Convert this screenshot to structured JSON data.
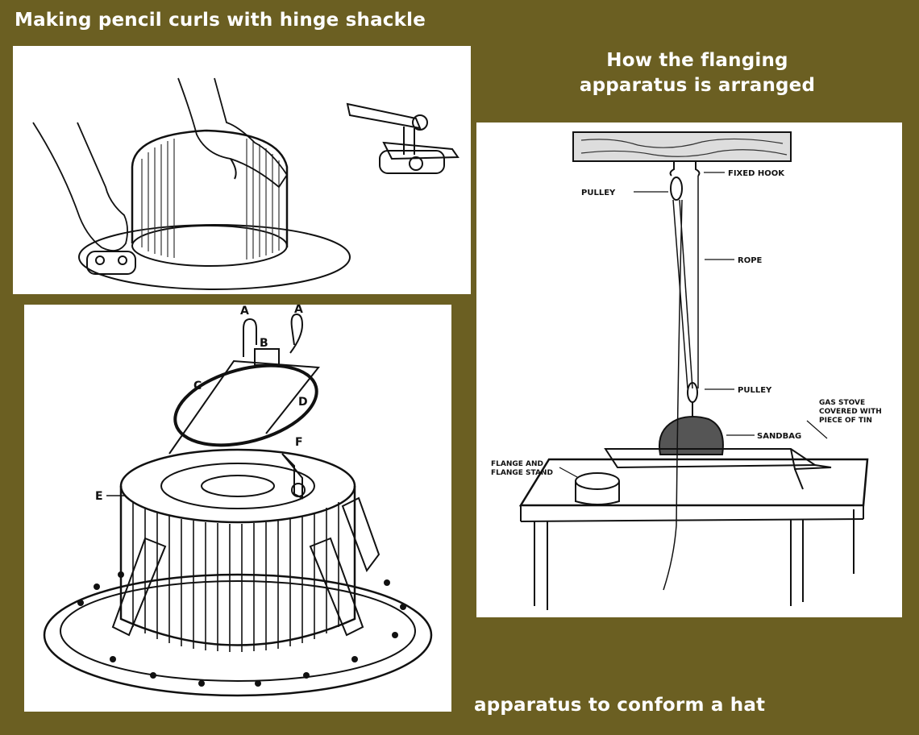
{
  "captions": {
    "top_left": "Making pencil curls with hinge shackle",
    "top_right": "How the flanging apparatus is arranged",
    "bottom": "apparatus to conform a hat"
  },
  "flanging_labels": {
    "fixed_hook": "FIXED HOOK",
    "pulley_top": "PULLEY",
    "rope": "ROPE",
    "pulley_bottom": "PULLEY",
    "sandbag": "SANDBAG",
    "gas_stove_1": "GAS STOVE",
    "gas_stove_2": "COVERED WITH",
    "gas_stove_3": "PIECE OF TIN",
    "flange_1": "FLANGE AND",
    "flange_2": "FLANGE STAND"
  },
  "conform_labels": {
    "a_left": "A",
    "a_right": "A",
    "b": "B",
    "c": "C",
    "d": "D",
    "e": "E",
    "f": "F"
  },
  "colors": {
    "background": "#6b5f22",
    "caption_text": "#ffffff",
    "panel": "#ffffff",
    "ink": "#111111"
  }
}
